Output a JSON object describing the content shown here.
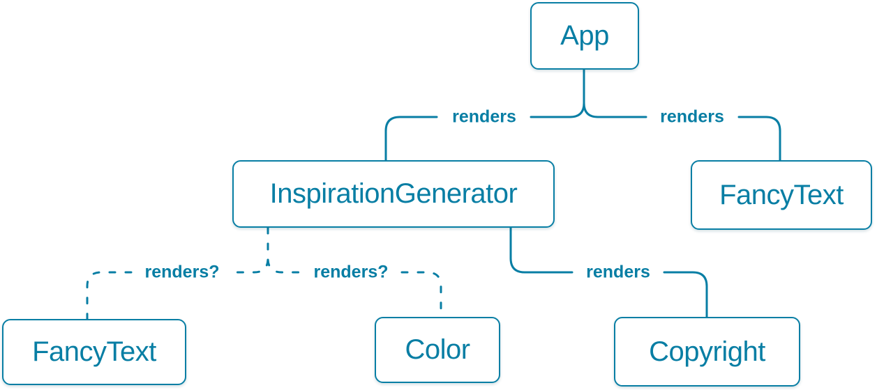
{
  "colors": {
    "accent": "#087EA4",
    "box_bg": "#ffffff",
    "page_bg": "#ffffff"
  },
  "nodes": {
    "app": {
      "label": "App"
    },
    "inspiration_generator": {
      "label": "InspirationGenerator"
    },
    "fancy_text_top": {
      "label": "FancyText"
    },
    "fancy_text_bottom": {
      "label": "FancyText"
    },
    "color": {
      "label": "Color"
    },
    "copyright": {
      "label": "Copyright"
    }
  },
  "edges": {
    "app_inspiration": {
      "label": "renders",
      "style": "solid"
    },
    "app_fancytext": {
      "label": "renders",
      "style": "solid"
    },
    "inspiration_fancytext": {
      "label": "renders?",
      "style": "dashed"
    },
    "inspiration_color": {
      "label": "renders?",
      "style": "dashed"
    },
    "inspiration_copyright": {
      "label": "renders",
      "style": "solid"
    }
  }
}
